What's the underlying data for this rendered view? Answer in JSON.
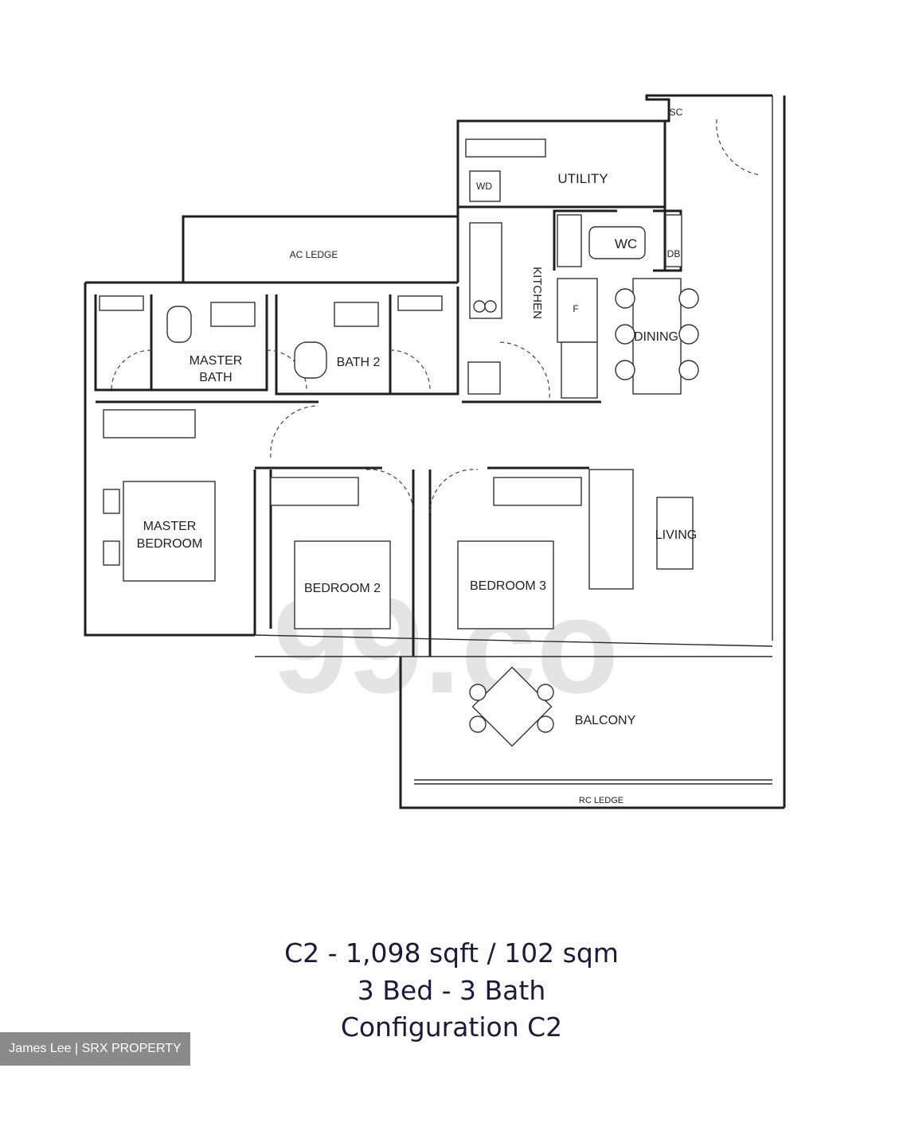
{
  "rooms": {
    "sc": "SC",
    "wd": "WD",
    "utility": "UTILITY",
    "ac_ledge": "AC LEDGE",
    "wc": "WC",
    "db": "DB",
    "kitchen": "KITCHEN",
    "fridge": "F",
    "dining": "DINING",
    "master_bath_1": "MASTER",
    "master_bath_2": "BATH",
    "bath2": "BATH 2",
    "master_bedroom_1": "MASTER",
    "master_bedroom_2": "BEDROOM",
    "bedroom2": "BEDROOM 2",
    "bedroom3": "BEDROOM 3",
    "living": "LIVING",
    "balcony": "BALCONY",
    "rc_ledge": "RC LEDGE"
  },
  "caption": {
    "line1": "C2 - 1,098 sqft / 102 sqm",
    "line2": "3 Bed - 3 Bath",
    "line3": "Configuration C2"
  },
  "watermark": "99.co",
  "credit": "James Lee | SRX PROPERTY"
}
